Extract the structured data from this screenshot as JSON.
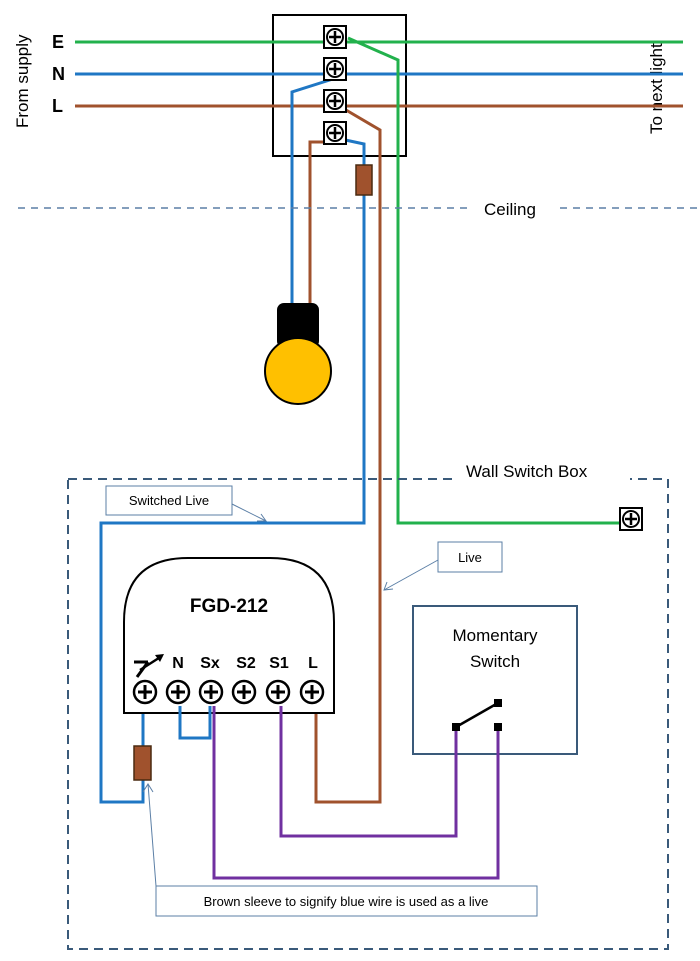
{
  "supply": {
    "side_label": "From supply",
    "e_label": "E",
    "n_label": "N",
    "l_label": "L",
    "next_label": "To next light"
  },
  "ceiling_label": "Ceiling",
  "wall_box_label": "Wall Switch Box",
  "module": {
    "name": "FGD-212",
    "terminals": [
      "N",
      "Sx",
      "S2",
      "S1",
      "L"
    ]
  },
  "switch": {
    "line1": "Momentary",
    "line2": "Switch"
  },
  "callouts": {
    "switched_live": "Switched Live",
    "live": "Live",
    "sleeve_note": "Brown sleeve to signify blue wire is used as a live"
  },
  "colors": {
    "earth": "#22b14c",
    "neutral": "#1f77c4",
    "live": "#a0522d",
    "switch_wire": "#7030a0",
    "bulb": "#ffc000",
    "callout_border": "#5b7fa6",
    "box_dash": "#3a5a7a"
  }
}
